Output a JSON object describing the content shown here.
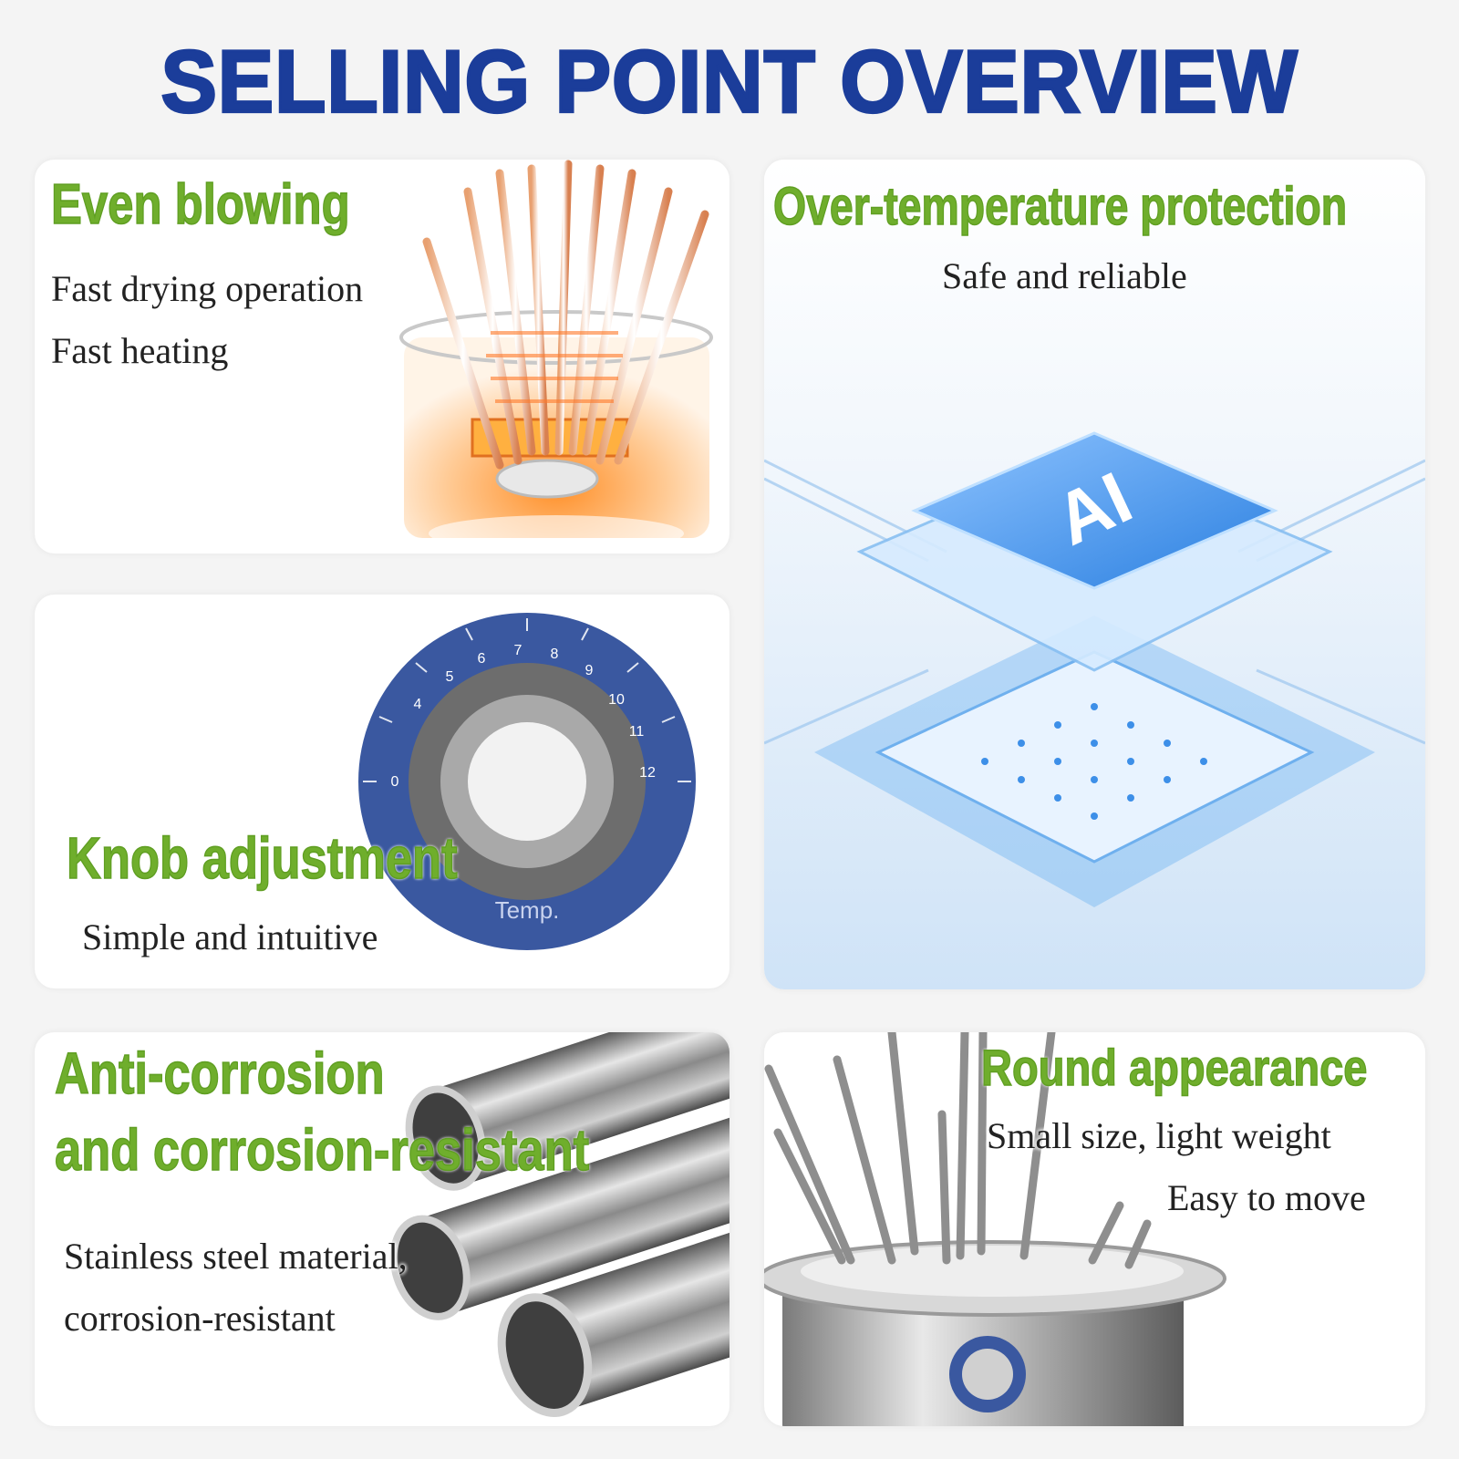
{
  "title": "SELLING POINT OVERVIEW",
  "features": {
    "even_blowing": {
      "heading": "Even blowing",
      "lines": [
        "Fast drying operation",
        "Fast heating"
      ]
    },
    "over_temperature": {
      "heading": "Over-temperature protection",
      "lines": [
        "Safe and reliable"
      ],
      "chip_label": "AI"
    },
    "knob": {
      "heading": "Knob adjustment",
      "lines": [
        "Simple and intuitive"
      ],
      "dial_label": "Temp.",
      "dial_numbers": [
        "0",
        "4",
        "5",
        "6",
        "7",
        "8",
        "9",
        "10",
        "11",
        "12"
      ]
    },
    "anti_corrosion": {
      "heading_lines": [
        "Anti-corrosion",
        "and corrosion-resistant"
      ],
      "lines": [
        "Stainless steel material,",
        "corrosion-resistant"
      ]
    },
    "round": {
      "heading": "Round appearance",
      "lines": [
        "Small size, light weight",
        "Easy to move"
      ]
    }
  },
  "colors": {
    "title": "#1b3d9a",
    "heading": "#6fae2c",
    "chip": "#3d8fe8"
  }
}
